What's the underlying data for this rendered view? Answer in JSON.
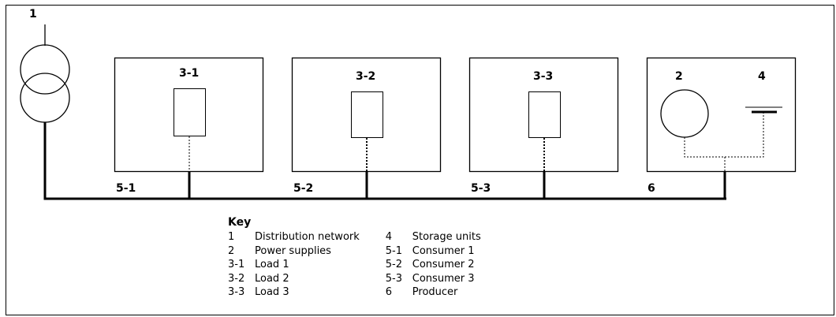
{
  "labels": {
    "distribution_network": "1",
    "power_supply": "2",
    "storage": "4",
    "load1": "3-1",
    "load2": "3-2",
    "load3": "3-3",
    "consumer1": "5-1",
    "consumer2": "5-2",
    "consumer3": "5-3",
    "producer": "6"
  },
  "key": {
    "title": "Key",
    "left": [
      {
        "code": "1",
        "text": "Distribution network"
      },
      {
        "code": "2",
        "text": "Power supplies"
      },
      {
        "code": "3-1",
        "text": "Load 1"
      },
      {
        "code": "3-2",
        "text": "Load 2"
      },
      {
        "code": "3-3",
        "text": "Load 3"
      }
    ],
    "right": [
      {
        "code": "4",
        "text": "Storage units"
      },
      {
        "code": "5-1",
        "text": "Consumer 1"
      },
      {
        "code": "5-2",
        "text": "Consumer 2"
      },
      {
        "code": "5-3",
        "text": "Consumer 3"
      },
      {
        "code": "6",
        "text": "Producer"
      }
    ]
  }
}
